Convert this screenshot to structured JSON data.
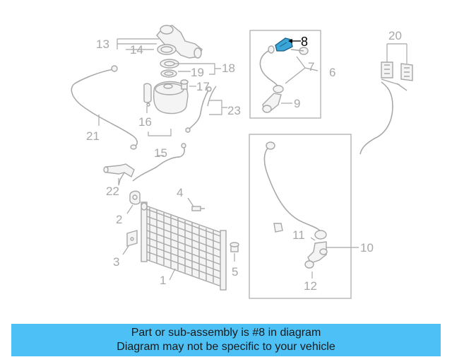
{
  "diagram": {
    "callouts": {
      "c1": "1",
      "c2": "2",
      "c3": "3",
      "c4": "4",
      "c5": "5",
      "c6": "6",
      "c7": "7",
      "c8": "8",
      "c9": "9",
      "c10": "10",
      "c11": "11",
      "c12": "12",
      "c13": "13",
      "c14": "14",
      "c15": "15",
      "c16": "16",
      "c17": "17",
      "c18": "18",
      "c19": "19",
      "c20": "20",
      "c21": "21",
      "c22": "22",
      "c23": "23"
    },
    "highlight_color": "#3aa6d8"
  },
  "banner": {
    "line1": "Part or sub-assembly is #8 in diagram",
    "line2": "Diagram may not be specific to your vehicle",
    "background": "#4dc0f5"
  }
}
